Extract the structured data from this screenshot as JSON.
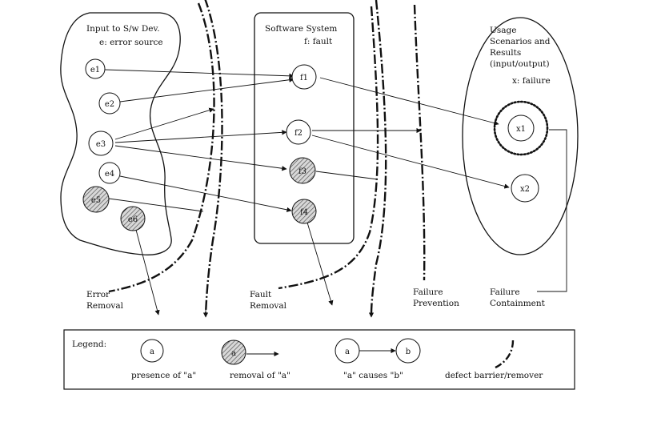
{
  "regions": {
    "input": {
      "title": "Input to S/w Dev.",
      "key": "e: error source"
    },
    "software": {
      "title": "Software System",
      "key": "f: fault"
    },
    "usage": {
      "title_lines": [
        "Usage",
        "Scenarios and",
        "Results",
        "(input/output)"
      ],
      "key": "x: failure"
    }
  },
  "nodes": [
    {
      "id": "e1",
      "label": "e1",
      "state": "present"
    },
    {
      "id": "e2",
      "label": "e2",
      "state": "present"
    },
    {
      "id": "e3",
      "label": "e3",
      "state": "present"
    },
    {
      "id": "e4",
      "label": "e4",
      "state": "present"
    },
    {
      "id": "e5",
      "label": "e5",
      "state": "removed"
    },
    {
      "id": "e6",
      "label": "e6",
      "state": "removed"
    },
    {
      "id": "f1",
      "label": "f1",
      "state": "present"
    },
    {
      "id": "f2",
      "label": "f2",
      "state": "present"
    },
    {
      "id": "f3",
      "label": "f3",
      "state": "removed"
    },
    {
      "id": "f4",
      "label": "f4",
      "state": "removed"
    },
    {
      "id": "x1",
      "label": "x1",
      "state": "contained"
    },
    {
      "id": "x2",
      "label": "x2",
      "state": "present"
    }
  ],
  "barriers": {
    "error_removal": [
      "Error",
      "Removal"
    ],
    "fault_removal": [
      "Fault",
      "Removal"
    ],
    "failure_prevention": [
      "Failure",
      "Prevention"
    ],
    "failure_containment": [
      "Failure",
      "Containment"
    ]
  },
  "legend": {
    "title": "Legend:",
    "sample": "a",
    "sample_b": "b",
    "presence": "presence of \"a\"",
    "removal": "removal of \"a\"",
    "causes": "\"a\" causes \"b\"",
    "barrier": "defect barrier/remover"
  }
}
